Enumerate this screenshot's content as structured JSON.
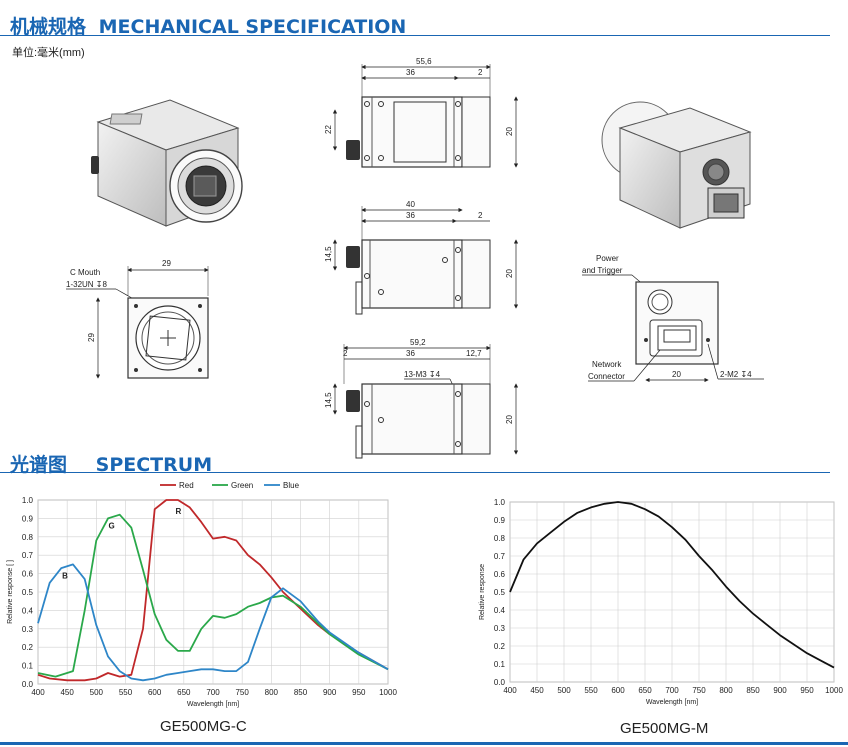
{
  "mech": {
    "title_cn": "机械规格",
    "title_en": "MECHANICAL SPECIFICATION",
    "unit": "单位:毫米(mm)",
    "top_view": {
      "total": "55,6",
      "body": "36",
      "flange": "2",
      "h_left": "22",
      "h_right": "20"
    },
    "side_view": {
      "total": "40",
      "body": "36",
      "flange": "2",
      "h_left": "14,5",
      "h_right": "20"
    },
    "bottom_view": {
      "left": "2",
      "body": "36",
      "right": "12,7",
      "total": "59,2",
      "hole": "13-M3 ↧4",
      "h_left": "14,5",
      "h_right": "20"
    },
    "front_view": {
      "mount": "C Mouth",
      "thread": "1-32UN ↧8",
      "width": "29",
      "height": "29"
    },
    "rear_view": {
      "power": "Power",
      "trigger": "and Trigger",
      "network": "Network",
      "connector": "Connector",
      "width": "20",
      "holes": "2-M2 ↧4"
    }
  },
  "spectrum": {
    "title_cn": "光谱图",
    "title_en": "SPECTRUM"
  },
  "chart_data": [
    {
      "type": "line",
      "caption": "GE500MG-C",
      "xlabel": "Wavelength [nm]",
      "ylabel": "Relative response [ ]",
      "xlim": [
        400,
        1000
      ],
      "ylim": [
        0,
        1.0
      ],
      "xticks": [
        400,
        450,
        500,
        550,
        600,
        650,
        700,
        750,
        800,
        850,
        900,
        950,
        1000
      ],
      "yticks": [
        0.0,
        0.1,
        0.2,
        0.3,
        0.4,
        0.5,
        0.6,
        0.7,
        0.8,
        0.9,
        1.0
      ],
      "grid": true,
      "legend": "top",
      "series": [
        {
          "name": "Red",
          "label": "R",
          "color": "#c0282a",
          "x": [
            400,
            420,
            450,
            480,
            500,
            520,
            540,
            560,
            580,
            600,
            620,
            640,
            660,
            680,
            700,
            720,
            740,
            760,
            780,
            800,
            820,
            850,
            880,
            900,
            950,
            1000
          ],
          "y": [
            0.05,
            0.03,
            0.02,
            0.02,
            0.03,
            0.06,
            0.04,
            0.05,
            0.3,
            0.95,
            1.0,
            1.0,
            0.96,
            0.88,
            0.79,
            0.8,
            0.78,
            0.7,
            0.65,
            0.58,
            0.5,
            0.41,
            0.32,
            0.27,
            0.17,
            0.08
          ]
        },
        {
          "name": "Green",
          "label": "G",
          "color": "#2aa84a",
          "x": [
            400,
            430,
            460,
            480,
            500,
            520,
            540,
            560,
            580,
            600,
            620,
            640,
            660,
            680,
            700,
            720,
            740,
            760,
            780,
            800,
            820,
            850,
            880,
            900,
            950,
            1000
          ],
          "y": [
            0.06,
            0.04,
            0.07,
            0.4,
            0.78,
            0.9,
            0.92,
            0.85,
            0.62,
            0.38,
            0.24,
            0.18,
            0.18,
            0.3,
            0.37,
            0.36,
            0.38,
            0.42,
            0.44,
            0.47,
            0.48,
            0.42,
            0.33,
            0.27,
            0.16,
            0.08
          ]
        },
        {
          "name": "Blue",
          "label": "B",
          "color": "#2e86c8",
          "x": [
            400,
            420,
            440,
            460,
            480,
            500,
            520,
            540,
            560,
            580,
            600,
            620,
            640,
            660,
            680,
            700,
            720,
            740,
            760,
            780,
            800,
            820,
            850,
            880,
            900,
            950,
            1000
          ],
          "y": [
            0.33,
            0.55,
            0.63,
            0.65,
            0.57,
            0.32,
            0.15,
            0.07,
            0.03,
            0.02,
            0.03,
            0.05,
            0.06,
            0.07,
            0.08,
            0.08,
            0.07,
            0.07,
            0.12,
            0.3,
            0.47,
            0.52,
            0.45,
            0.34,
            0.28,
            0.17,
            0.08
          ]
        }
      ]
    },
    {
      "type": "line",
      "caption": "GE500MG-M",
      "xlabel": "Wavelength [nm]",
      "ylabel": "Relative response",
      "xlim": [
        400,
        1000
      ],
      "ylim": [
        0,
        1.0
      ],
      "xticks": [
        400,
        450,
        500,
        550,
        600,
        650,
        700,
        750,
        800,
        850,
        900,
        950,
        1000
      ],
      "yticks": [
        0.0,
        0.1,
        0.2,
        0.3,
        0.4,
        0.5,
        0.6,
        0.7,
        0.8,
        0.9,
        1.0
      ],
      "grid": true,
      "series": [
        {
          "name": "",
          "color": "#111111",
          "x": [
            400,
            425,
            450,
            475,
            500,
            525,
            550,
            575,
            600,
            625,
            650,
            675,
            700,
            725,
            750,
            775,
            800,
            825,
            850,
            875,
            900,
            925,
            950,
            975,
            1000
          ],
          "y": [
            0.5,
            0.68,
            0.77,
            0.83,
            0.89,
            0.94,
            0.97,
            0.99,
            1.0,
            0.99,
            0.96,
            0.92,
            0.86,
            0.79,
            0.7,
            0.62,
            0.53,
            0.45,
            0.38,
            0.32,
            0.26,
            0.21,
            0.16,
            0.12,
            0.08
          ]
        }
      ]
    }
  ]
}
